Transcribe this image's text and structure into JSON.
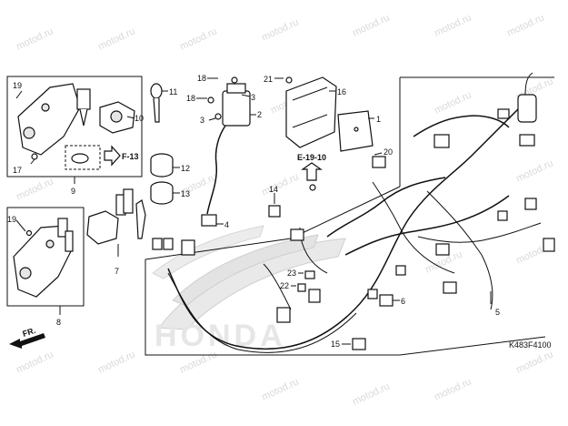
{
  "watermark": "motod.ru",
  "diagram_code": "K483F4100",
  "logo_text": "HONDA",
  "front_label": "FR.",
  "references": {
    "f13": "F-13",
    "e1910": "E-19-10"
  },
  "callouts": {
    "c1": "1",
    "c2": "2",
    "c3a": "3",
    "c3b": "3",
    "c4": "4",
    "c5": "5",
    "c6": "6",
    "c7": "7",
    "c8": "8",
    "c9": "9",
    "c10": "10",
    "c11": "11",
    "c12": "12",
    "c13": "13",
    "c14": "14",
    "c15": "15",
    "c16": "16",
    "c17": "17",
    "c18a": "18",
    "c18b": "18",
    "c19a": "19",
    "c19b": "19",
    "c20": "20",
    "c21": "21",
    "c22": "22",
    "c23": "23"
  }
}
